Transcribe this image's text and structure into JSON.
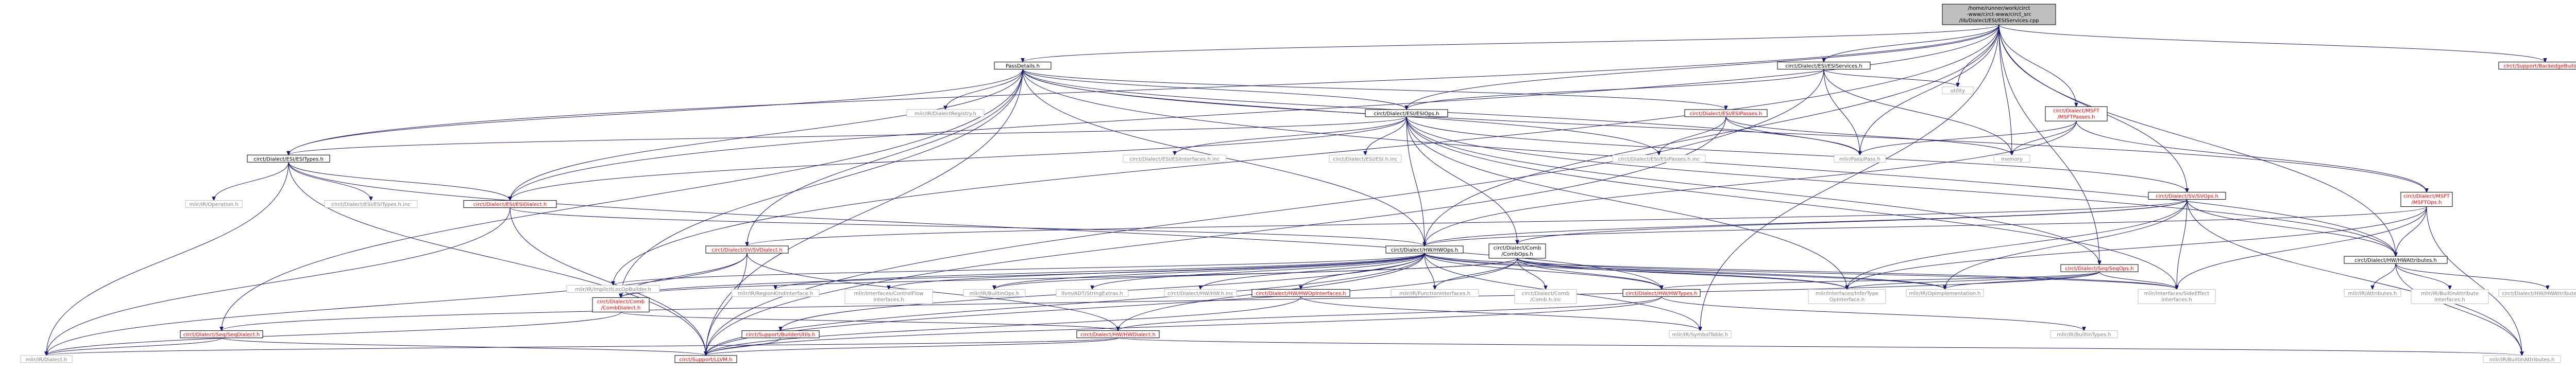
{
  "diagram": {
    "type": "include-dependency-graph",
    "root": "/home/runner/work/circt-www/circt-www/circt_src/lib/Dialect/ESI/ESIServices.cpp",
    "nodes": [
      {
        "id": "root",
        "lines": [
          "/home/runner/work/circt",
          "-www/circt-www/circt_src",
          "/lib/Dialect/ESI/ESIServices.cpp"
        ],
        "kind": "root"
      },
      {
        "id": "passdetails",
        "lines": [
          "PassDetails.h"
        ],
        "kind": "doc"
      },
      {
        "id": "esiservices",
        "lines": [
          "circt/Dialect/ESI/ESIServices.h"
        ],
        "kind": "doc"
      },
      {
        "id": "utility",
        "lines": [
          "utility"
        ],
        "kind": "missing"
      },
      {
        "id": "msftpasses",
        "lines": [
          "circt/Dialect/MSFT",
          "/MSFTPasses.h"
        ],
        "kind": "red"
      },
      {
        "id": "backedgebuilder",
        "lines": [
          "circt/Support/BackedgeBuilder.h"
        ],
        "kind": "red"
      },
      {
        "id": "dialectregistry",
        "lines": [
          "mlir/IR/DialectRegistry.h"
        ],
        "kind": "missing"
      },
      {
        "id": "esiops",
        "lines": [
          "circt/Dialect/ESI/ESIOps.h"
        ],
        "kind": "doc"
      },
      {
        "id": "esipasses",
        "lines": [
          "circt/Dialect/ESI/ESIPasses.h"
        ],
        "kind": "red"
      },
      {
        "id": "esitypes",
        "lines": [
          "circt/Dialect/ESI/ESITypes.h"
        ],
        "kind": "doc"
      },
      {
        "id": "esiinterfacesinc",
        "lines": [
          "circt/Dialect/ESI/ESIInterfaces.h.inc"
        ],
        "kind": "missing"
      },
      {
        "id": "esihinc",
        "lines": [
          "circt/Dialect/ESI/ESI.h.inc"
        ],
        "kind": "missing"
      },
      {
        "id": "esipassesinc",
        "lines": [
          "circt/Dialect/ESI/ESIPasses.h.inc"
        ],
        "kind": "missing"
      },
      {
        "id": "mlirpass",
        "lines": [
          "mlir/Pass/Pass.h"
        ],
        "kind": "missing"
      },
      {
        "id": "memory",
        "lines": [
          "memory"
        ],
        "kind": "missing"
      },
      {
        "id": "msftops",
        "lines": [
          "circt/Dialect/MSFT",
          "/MSFTOps.h"
        ],
        "kind": "red"
      },
      {
        "id": "svops",
        "lines": [
          "circt/Dialect/SV/SVOps.h"
        ],
        "kind": "red"
      },
      {
        "id": "operation",
        "lines": [
          "mlir/IR/Operation.h"
        ],
        "kind": "missing"
      },
      {
        "id": "esitypesinc",
        "lines": [
          "circt/Dialect/ESI/ESITypes.h.inc"
        ],
        "kind": "missing"
      },
      {
        "id": "esidialect",
        "lines": [
          "circt/Dialect/ESI/ESIDialect.h"
        ],
        "kind": "red"
      },
      {
        "id": "svdialect",
        "lines": [
          "circt/Dialect/SV/SVDialect.h"
        ],
        "kind": "red"
      },
      {
        "id": "hwops",
        "lines": [
          "circt/Dialect/HW/HWOps.h"
        ],
        "kind": "doc"
      },
      {
        "id": "combops",
        "lines": [
          "circt/Dialect/Comb",
          "/CombOps.h"
        ],
        "kind": "doc"
      },
      {
        "id": "seqops",
        "lines": [
          "circt/Dialect/Seq/SeqOps.h"
        ],
        "kind": "red"
      },
      {
        "id": "hwattributes",
        "lines": [
          "circt/Dialect/HW/HWAttributes.h"
        ],
        "kind": "doc"
      },
      {
        "id": "implicitlocop",
        "lines": [
          "mlir/IR/ImplicitLocOpBuilder.h"
        ],
        "kind": "missing"
      },
      {
        "id": "combdialect",
        "lines": [
          "circt/Dialect/Comb",
          "/CombDialect.h"
        ],
        "kind": "red"
      },
      {
        "id": "regionkind",
        "lines": [
          "mlir/IR/RegionKindInterface.h"
        ],
        "kind": "missing"
      },
      {
        "id": "controlflow",
        "lines": [
          "mlir/Interfaces/ControlFlow",
          "Interfaces.h"
        ],
        "kind": "missing"
      },
      {
        "id": "builtinops",
        "lines": [
          "mlir/IR/BuiltinOps.h"
        ],
        "kind": "missing"
      },
      {
        "id": "stringextras",
        "lines": [
          "llvm/ADT/StringExtras.h"
        ],
        "kind": "missing"
      },
      {
        "id": "hwhinc",
        "lines": [
          "circt/Dialect/HW/HW.h.inc"
        ],
        "kind": "missing"
      },
      {
        "id": "hwopinterfaces",
        "lines": [
          "circt/Dialect/HW/HWOpInterfaces.h"
        ],
        "kind": "red"
      },
      {
        "id": "functioninterfaces",
        "lines": [
          "mlir/IR/FunctionInterfaces.h"
        ],
        "kind": "missing"
      },
      {
        "id": "combinc",
        "lines": [
          "circt/Dialect/Comb",
          "/Comb.h.inc"
        ],
        "kind": "missing"
      },
      {
        "id": "hwtypes",
        "lines": [
          "circt/Dialect/HW/HWTypes.h"
        ],
        "kind": "red"
      },
      {
        "id": "infertype",
        "lines": [
          "mlir/Interfaces/InferType",
          "OpInterface.h"
        ],
        "kind": "missing"
      },
      {
        "id": "opimpl",
        "lines": [
          "mlir/IR/OpImplementation.h"
        ],
        "kind": "missing"
      },
      {
        "id": "sideeffect",
        "lines": [
          "mlir/Interfaces/SideEffect",
          "Interfaces.h"
        ],
        "kind": "missing"
      },
      {
        "id": "mlirattributes",
        "lines": [
          "mlir/IR/Attributes.h"
        ],
        "kind": "missing"
      },
      {
        "id": "builtinattrinterfaces",
        "lines": [
          "mlir/IR/BuiltinAttribute",
          "Interfaces.h"
        ],
        "kind": "missing"
      },
      {
        "id": "hwattributesinc",
        "lines": [
          "circt/Dialect/HW/HWAttributes.h.inc"
        ],
        "kind": "missing"
      },
      {
        "id": "seqdialect",
        "lines": [
          "circt/Dialect/Seq/SeqDialect.h"
        ],
        "kind": "red"
      },
      {
        "id": "builderutils",
        "lines": [
          "circt/Support/BuilderUtils.h"
        ],
        "kind": "red"
      },
      {
        "id": "hwdialect",
        "lines": [
          "circt/Dialect/HW/HWDialect.h"
        ],
        "kind": "red"
      },
      {
        "id": "symboltable",
        "lines": [
          "mlir/IR/SymbolTable.h"
        ],
        "kind": "missing"
      },
      {
        "id": "builtintypes",
        "lines": [
          "mlir/IR/BuiltinTypes.h"
        ],
        "kind": "missing"
      },
      {
        "id": "mlirdialect",
        "lines": [
          "mlir/IR/Dialect.h"
        ],
        "kind": "missing"
      },
      {
        "id": "llvmh",
        "lines": [
          "circt/Support/LLVM.h"
        ],
        "kind": "red"
      },
      {
        "id": "builtinattributes",
        "lines": [
          "mlir/IR/BuiltinAttributes.h"
        ],
        "kind": "missing"
      }
    ],
    "edges": [
      [
        "root",
        "passdetails"
      ],
      [
        "root",
        "esiservices"
      ],
      [
        "root",
        "utility"
      ],
      [
        "root",
        "msftpasses"
      ],
      [
        "root",
        "backedgebuilder"
      ],
      [
        "root",
        "esiops"
      ],
      [
        "root",
        "esitypes"
      ],
      [
        "root",
        "esidialect"
      ],
      [
        "root",
        "svops"
      ],
      [
        "root",
        "hwops"
      ],
      [
        "root",
        "seqops"
      ],
      [
        "root",
        "hwattributes"
      ],
      [
        "root",
        "implicitlocop"
      ],
      [
        "root",
        "memory"
      ],
      [
        "root",
        "mlirpass"
      ],
      [
        "root",
        "symboltable"
      ],
      [
        "passdetails",
        "dialectregistry"
      ],
      [
        "passdetails",
        "esiops"
      ],
      [
        "passdetails",
        "esipasses"
      ],
      [
        "passdetails",
        "esitypes"
      ],
      [
        "passdetails",
        "esidialect"
      ],
      [
        "passdetails",
        "svdialect"
      ],
      [
        "passdetails",
        "hwops"
      ],
      [
        "passdetails",
        "combdialect"
      ],
      [
        "passdetails",
        "seqdialect"
      ],
      [
        "passdetails",
        "mlirpass"
      ],
      [
        "passdetails",
        "llvmh"
      ],
      [
        "passdetails",
        "msftops"
      ],
      [
        "passdetails",
        "hwattributes"
      ],
      [
        "passdetails",
        "esipassesinc"
      ],
      [
        "esiservices",
        "esiops"
      ],
      [
        "esiservices",
        "utility"
      ],
      [
        "esiservices",
        "mlirpass"
      ],
      [
        "esiservices",
        "memory"
      ],
      [
        "esiservices",
        "llvmh"
      ],
      [
        "msftpasses",
        "mlirpass"
      ],
      [
        "msftpasses",
        "memory"
      ],
      [
        "msftpasses",
        "msftops"
      ],
      [
        "msftpasses",
        "hwops"
      ],
      [
        "esiops",
        "esitypes"
      ],
      [
        "esiops",
        "esidialect"
      ],
      [
        "esiops",
        "esiinterfacesinc"
      ],
      [
        "esiops",
        "esihinc"
      ],
      [
        "esiops",
        "svops"
      ],
      [
        "esiops",
        "hwops"
      ],
      [
        "esiops",
        "combops"
      ],
      [
        "esiops",
        "seqops"
      ],
      [
        "esiops",
        "infertype"
      ],
      [
        "esiops",
        "sideeffect"
      ],
      [
        "esiops",
        "hwattributes"
      ],
      [
        "esipasses",
        "mlirpass"
      ],
      [
        "esipasses",
        "memory"
      ],
      [
        "esipasses",
        "esipassesinc"
      ],
      [
        "esipasses",
        "llvmh"
      ],
      [
        "esitypes",
        "operation"
      ],
      [
        "esitypes",
        "esitypesinc"
      ],
      [
        "esitypes",
        "esidialect"
      ],
      [
        "esitypes",
        "hwtypes"
      ],
      [
        "esitypes",
        "llvmh"
      ],
      [
        "esitypes",
        "mlirdialect"
      ],
      [
        "esidialect",
        "hwops"
      ],
      [
        "esidialect",
        "llvmh"
      ],
      [
        "esidialect",
        "mlirdialect"
      ],
      [
        "svops",
        "svdialect"
      ],
      [
        "svops",
        "hwops"
      ],
      [
        "svops",
        "combops"
      ],
      [
        "svops",
        "hwattributes"
      ],
      [
        "svops",
        "infertype"
      ],
      [
        "svops",
        "opimpl"
      ],
      [
        "svops",
        "sideeffect"
      ],
      [
        "svops",
        "builtinattributes"
      ],
      [
        "svdialect",
        "combdialect"
      ],
      [
        "svdialect",
        "hwdialect"
      ],
      [
        "svdialect",
        "llvmh"
      ],
      [
        "svdialect",
        "mlirdialect"
      ],
      [
        "msftops",
        "hwattributes"
      ],
      [
        "msftops",
        "hwops"
      ],
      [
        "msftops",
        "infertype"
      ],
      [
        "msftops",
        "sideeffect"
      ],
      [
        "msftops",
        "builtinattributes"
      ],
      [
        "hwops",
        "implicitlocop"
      ],
      [
        "hwops",
        "combdialect"
      ],
      [
        "hwops",
        "regionkind"
      ],
      [
        "hwops",
        "controlflow"
      ],
      [
        "hwops",
        "builtinops"
      ],
      [
        "hwops",
        "stringextras"
      ],
      [
        "hwops",
        "hwhinc"
      ],
      [
        "hwops",
        "hwopinterfaces"
      ],
      [
        "hwops",
        "functioninterfaces"
      ],
      [
        "hwops",
        "hwtypes"
      ],
      [
        "hwops",
        "infertype"
      ],
      [
        "hwops",
        "opimpl"
      ],
      [
        "hwops",
        "sideeffect"
      ],
      [
        "hwops",
        "hwdialect"
      ],
      [
        "hwops",
        "builderutils"
      ],
      [
        "hwops",
        "symboltable"
      ],
      [
        "hwops",
        "llvmh"
      ],
      [
        "combops",
        "combdialect"
      ],
      [
        "combops",
        "combinc"
      ],
      [
        "combops",
        "hwtypes"
      ],
      [
        "combops",
        "infertype"
      ],
      [
        "combops",
        "opimpl"
      ],
      [
        "combops",
        "sideeffect"
      ],
      [
        "combops",
        "functioninterfaces"
      ],
      [
        "combops",
        "builtinops"
      ],
      [
        "combops",
        "llvmh"
      ],
      [
        "seqops",
        "seqdialect"
      ],
      [
        "seqops",
        "hwtypes"
      ],
      [
        "seqops",
        "infertype"
      ],
      [
        "seqops",
        "opimpl"
      ],
      [
        "seqops",
        "sideeffect"
      ],
      [
        "hwattributes",
        "mlirattributes"
      ],
      [
        "hwattributes",
        "builtinattrinterfaces"
      ],
      [
        "hwattributes",
        "hwattributesinc"
      ],
      [
        "hwattributes",
        "builtinattributes"
      ],
      [
        "combdialect",
        "hwdialect"
      ],
      [
        "combdialect",
        "mlirdialect"
      ],
      [
        "hwopinterfaces",
        "symboltable"
      ],
      [
        "hwopinterfaces",
        "llvmh"
      ],
      [
        "hwtypes",
        "hwdialect"
      ],
      [
        "hwtypes",
        "builtintypes"
      ],
      [
        "hwtypes",
        "llvmh"
      ],
      [
        "seqdialect",
        "mlirdialect"
      ],
      [
        "seqdialect",
        "llvmh"
      ],
      [
        "builderutils",
        "llvmh"
      ],
      [
        "hwdialect",
        "mlirdialect"
      ],
      [
        "hwdialect",
        "builtinattributes"
      ],
      [
        "hwdialect",
        "llvmh"
      ]
    ]
  }
}
